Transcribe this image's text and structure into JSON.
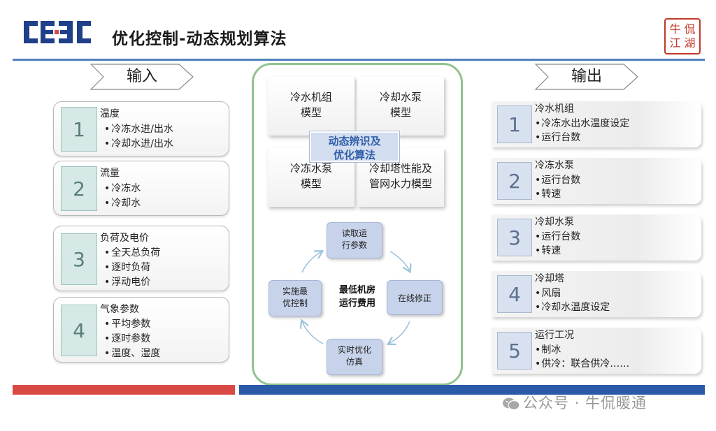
{
  "header": {
    "logo_text": "CEEC",
    "title": "优化控制-动态规划算法",
    "seal_chars": [
      "牛",
      "侃",
      "江",
      "湖"
    ]
  },
  "input_section": {
    "label": "输入",
    "items": [
      {
        "number": "1",
        "title": "温度",
        "bullets": [
          "冷冻水进/出水",
          "冷却水进/出水"
        ]
      },
      {
        "number": "2",
        "title": "流量",
        "bullets": [
          "冷冻水",
          "冷却水"
        ]
      },
      {
        "number": "3",
        "title": "负荷及电价",
        "bullets": [
          "全天总负荷",
          "逐时负荷",
          "浮动电价"
        ]
      },
      {
        "number": "4",
        "title": "气象参数",
        "bullets": [
          "平均参数",
          "逐时参数",
          "温度、湿度"
        ]
      }
    ]
  },
  "output_section": {
    "label": "输出",
    "items": [
      {
        "number": "1",
        "title": "冷水机组",
        "bullets": [
          "冷冻水出水温度设定",
          "运行台数"
        ]
      },
      {
        "number": "2",
        "title": "冷冻水泵",
        "bullets": [
          "运行台数",
          "转速"
        ]
      },
      {
        "number": "3",
        "title": "冷却水泵",
        "bullets": [
          "运行台数",
          "转速"
        ]
      },
      {
        "number": "4",
        "title": "冷却塔",
        "bullets": [
          "风扇",
          "冷却水温度设定"
        ]
      },
      {
        "number": "5",
        "title": "运行工况",
        "bullets": [
          "制冰",
          "供冷：联合供冷……"
        ]
      }
    ]
  },
  "center": {
    "models": [
      {
        "line1": "冷水机组",
        "line2": "模型"
      },
      {
        "line1": "冷却水泵",
        "line2": "模型"
      },
      {
        "line1": "冷冻水泵",
        "line2": "模型"
      },
      {
        "line1": "冷却塔性能及",
        "line2": "管网水力模型"
      }
    ],
    "core_line1": "动态辨识及",
    "core_line2": "优化算法",
    "cycle": {
      "top": {
        "line1": "读取运",
        "line2": "行参数"
      },
      "right": {
        "line1": "在线修正"
      },
      "bottom": {
        "line1": "实时优化",
        "line2": "仿真"
      },
      "left": {
        "line1": "实施最",
        "line2": "优控制"
      },
      "center_line1": "最低机房",
      "center_line2": "运行费用"
    }
  },
  "footer": {
    "watermark": "公众号 · 牛侃暖通"
  },
  "colors": {
    "header_line": "#4f81bd",
    "footer_red": "#d94a44",
    "footer_blue": "#2a5aa8",
    "panel_border": "#8fc48d",
    "core_text": "#2f5fa8",
    "seal_red": "#c0392b"
  }
}
